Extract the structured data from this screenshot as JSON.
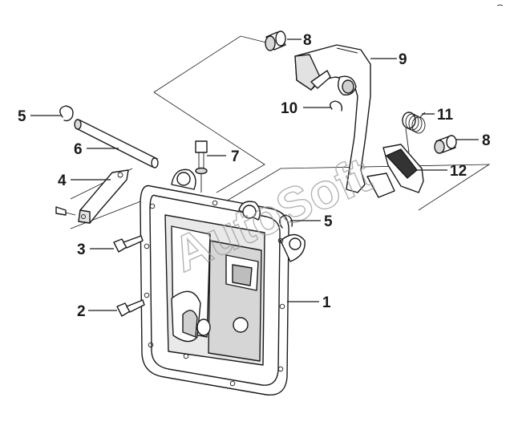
{
  "watermark": "AutoSoft",
  "callouts": [
    {
      "id": "c1",
      "label": "1"
    },
    {
      "id": "c2",
      "label": "2"
    },
    {
      "id": "c3",
      "label": "3"
    },
    {
      "id": "c4",
      "label": "4"
    },
    {
      "id": "c5a",
      "label": "5"
    },
    {
      "id": "c5b",
      "label": "5"
    },
    {
      "id": "c6",
      "label": "6"
    },
    {
      "id": "c7",
      "label": "7"
    },
    {
      "id": "c8a",
      "label": "8"
    },
    {
      "id": "c8b",
      "label": "8"
    },
    {
      "id": "c9",
      "label": "9"
    },
    {
      "id": "c10",
      "label": "10"
    },
    {
      "id": "c11",
      "label": "11"
    },
    {
      "id": "c12",
      "label": "12"
    }
  ]
}
